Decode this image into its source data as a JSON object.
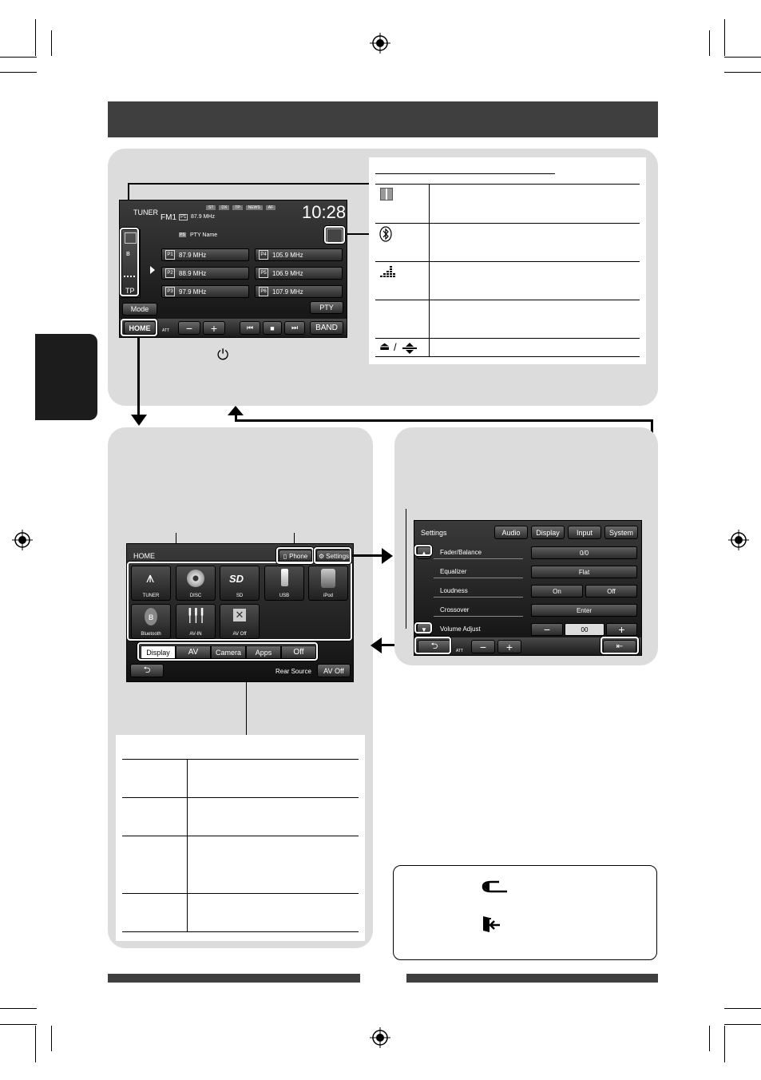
{
  "tuner_screen": {
    "source": "TUNER",
    "band": "FM1",
    "preset_badge": "P1",
    "frequency": "87.9 MHz",
    "indicators": [
      "ST",
      "DX",
      "TP",
      "NEWS",
      "AF"
    ],
    "clock": "10:28",
    "pty_badge": "PS",
    "pty_name": "PTY Name",
    "tp_label": "TP",
    "presets": [
      {
        "num": "P1",
        "freq": "87.9 MHz"
      },
      {
        "num": "P2",
        "freq": "88.9 MHz"
      },
      {
        "num": "P3",
        "freq": "97.9 MHz"
      },
      {
        "num": "P4",
        "freq": "105.9 MHz"
      },
      {
        "num": "P5",
        "freq": "106.9 MHz"
      },
      {
        "num": "P6",
        "freq": "107.9 MHz"
      }
    ],
    "mode_label": "Mode",
    "pty_label": "PTY",
    "home_label": "HOME",
    "att_label": "ATT",
    "minus_label": "−",
    "plus_label": "+",
    "band_label": "BAND"
  },
  "home_screen": {
    "title": "HOME",
    "phone_label": "Phone",
    "settings_label": "Settings",
    "apps": [
      {
        "label": "TUNER",
        "icon": "tuner-icon"
      },
      {
        "label": "DISC",
        "icon": "disc-icon"
      },
      {
        "label": "SD",
        "icon": "sd-icon"
      },
      {
        "label": "USB",
        "icon": "usb-icon"
      },
      {
        "label": "iPod",
        "icon": "ipod-icon"
      },
      {
        "label": "Bluetooth",
        "icon": "bluetooth-icon"
      },
      {
        "label": "AV-IN",
        "icon": "av-in-icon"
      },
      {
        "label": "AV Off",
        "icon": "av-off-icon"
      }
    ],
    "bottom_tabs": [
      "Display",
      "AV",
      "Camera",
      "Apps",
      "Off"
    ],
    "rear_source_label": "Rear Source",
    "av_off_label": "AV Off"
  },
  "settings_screen": {
    "title": "Settings",
    "tabs": [
      "Audio",
      "Display",
      "Input",
      "System"
    ],
    "rows": [
      {
        "label": "Fader/Balance",
        "values": [
          "0/0"
        ]
      },
      {
        "label": "Equalizer",
        "values": [
          "Flat"
        ]
      },
      {
        "label": "Loudness",
        "values": [
          "On",
          "Off"
        ]
      },
      {
        "label": "Crossover",
        "values": [
          "Enter"
        ]
      },
      {
        "label": "Volume Adjust",
        "values": [
          "−",
          "00",
          "+"
        ]
      }
    ],
    "att_label": "ATT"
  },
  "power_glyph": "⏻",
  "eject_glyph": "⏏",
  "legend_icons": [
    "back-icon",
    "exit-icon"
  ]
}
